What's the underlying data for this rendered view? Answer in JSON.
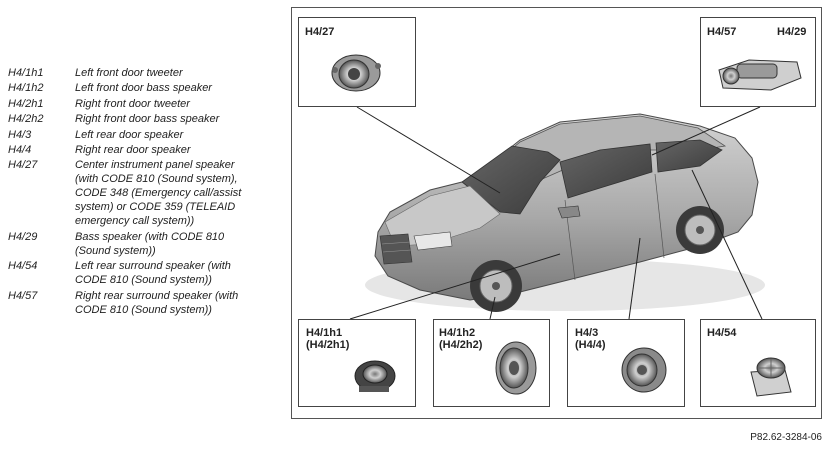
{
  "legend": [
    {
      "code": "H4/1h1",
      "desc": "Left front door tweeter"
    },
    {
      "code": "H4/1h2",
      "desc": "Left front door bass speaker"
    },
    {
      "code": "H4/2h1",
      "desc": "Right front door tweeter"
    },
    {
      "code": "H4/2h2",
      "desc": "Right front door bass speaker"
    },
    {
      "code": "H4/3",
      "desc": "Left rear door speaker"
    },
    {
      "code": "H4/4",
      "desc": "Right rear door speaker"
    },
    {
      "code": "H4/27",
      "desc": "Center instrument panel speaker\n(with CODE 810 (Sound system),\nCODE 348 (Emergency call/assist\nsystem) or CODE 359 (TELEAID\nemergency call system))"
    },
    {
      "code": "H4/29",
      "desc": "Bass speaker (with CODE 810\n(Sound system))"
    },
    {
      "code": "H4/54",
      "desc": "Left rear surround speaker (with\nCODE 810 (Sound system))"
    },
    {
      "code": "H4/57",
      "desc": "Right rear surround speaker (with\nCODE 810 (Sound system))"
    }
  ],
  "callouts": {
    "h4_27": "H4/27",
    "h4_57": "H4/57",
    "h4_29": "H4/29",
    "h4_1h1": "H4/1h1\n(H4/2h1)",
    "h4_1h2": "H4/1h2\n(H4/2h2)",
    "h4_3": "H4/3\n(H4/4)",
    "h4_54": "H4/54"
  },
  "figure_ref": "P82.62-3284-06"
}
